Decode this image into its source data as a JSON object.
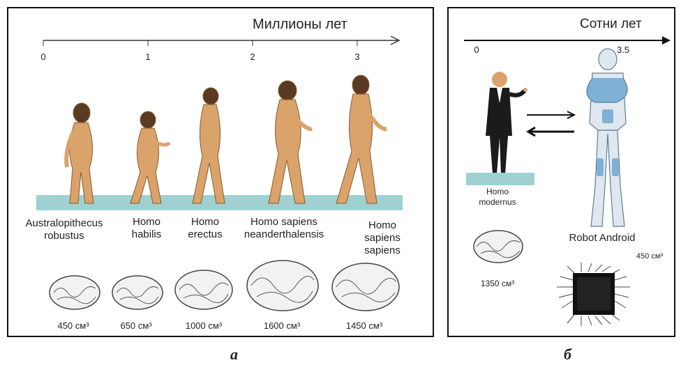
{
  "panel_a": {
    "axis_title": "Миллионы лет",
    "ticks": [
      "0",
      "1",
      "2",
      "3"
    ],
    "species": [
      {
        "name": "Australopithecus\nrobustus",
        "volume": "450 см³"
      },
      {
        "name": "Homo\nhabilis",
        "volume": "650 см³"
      },
      {
        "name": "Homo\nerectus",
        "volume": "1000 см³"
      },
      {
        "name": "Homo sapiens\nneanderthalensis",
        "volume": "1600 см³"
      },
      {
        "name": "Homo sapiens\nsapiens",
        "volume": "1450 см³"
      }
    ],
    "caption": "а"
  },
  "panel_b": {
    "axis_title": "Сотни лет",
    "ticks": [
      "0",
      "3.5"
    ],
    "human_label": "Homo\nmodernus",
    "human_volume": "1350 см³",
    "robot_label": "Robot Android",
    "robot_volume": "450 см³",
    "caption": "б"
  },
  "colors": {
    "skin": "#d9a36b",
    "ground": "#9fd1d2",
    "robot_blue": "#7fb0d6",
    "suit": "#1b1b1b"
  }
}
